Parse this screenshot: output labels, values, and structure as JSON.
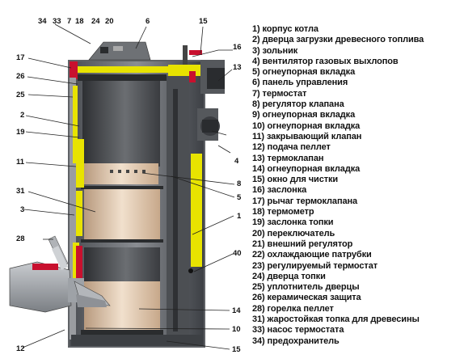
{
  "diagram": {
    "callouts": {
      "c34": "34",
      "c33": "33",
      "c7": "7",
      "c18": "18",
      "c24": "24",
      "c20": "20",
      "c6": "6",
      "c15a": "15",
      "c16": "16",
      "c13": "13",
      "c17": "17",
      "c26": "26",
      "c25": "25",
      "c2": "2",
      "c19": "19",
      "c4": "4",
      "c11": "11",
      "c8": "8",
      "c31": "31",
      "c5": "5",
      "c3": "3",
      "c1": "1",
      "c28": "28",
      "c40": "40",
      "c14": "14",
      "c10": "10",
      "c12": "12",
      "c15b": "15"
    },
    "legend": [
      "1) корпус котла",
      "2) дверца загрузки древесного топлива",
      "3) зольник",
      "4) вентилятор газовых выхлопов",
      "5) огнеупорная вкладка",
      "6) панель управления",
      "7) термостат",
      "8) регулятор клапана",
      "9) огнеупорная вкладка",
      "10) огнеупорная вкладка",
      "11) закрывающий клапан",
      "12) подача пеллет",
      "13) термоклапан",
      "14) огнеупорная вкладка",
      "15) окно для чистки",
      "16) заслонка",
      "17) рычаг термоклапана",
      "18) термометр",
      "19) заслонка топки",
      "20) переключатель",
      "21) внешний регулятор",
      "22) охлаждающие патрубки",
      "23) регулируемый термостат",
      "24) дверца топки",
      "25) уплотнитель дверцы",
      "26) керамическая защита",
      "28) горелка пеллет",
      "31) жаростойкая топка для древесины",
      "33) насос термостата",
      "34) предохранитель"
    ]
  }
}
